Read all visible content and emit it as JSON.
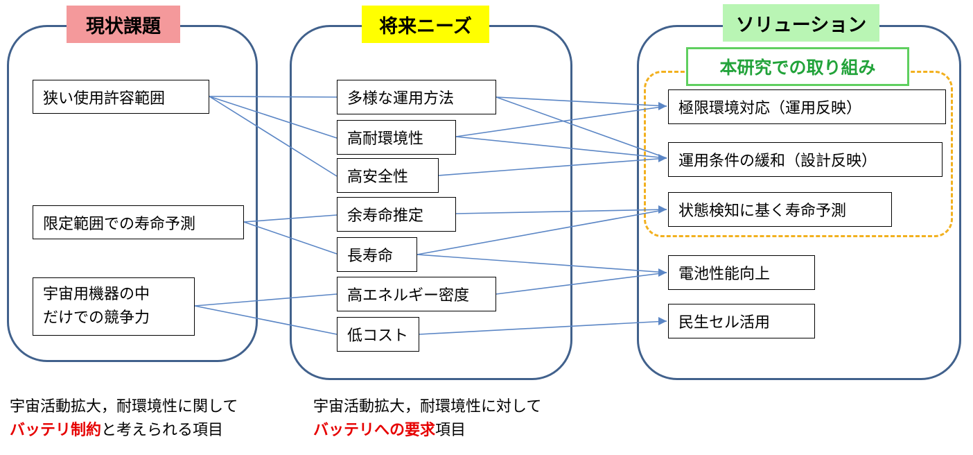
{
  "colors": {
    "panel_border": "#41618c",
    "link_line": "#5b86c5",
    "header_issues_bg": "#f4999b",
    "header_needs_bg": "#ffff00",
    "header_solutions_bg": "#b9f5b4",
    "dashed_border": "#f2b01e",
    "sub_header_text": "#22a33a",
    "emphasis_red": "#e60000"
  },
  "columns": {
    "issues": {
      "title": "現状課題",
      "items": [
        "狭い使用許容範囲",
        "限定範囲での寿命予測",
        "宇宙用機器の中\nだけでの競争力"
      ]
    },
    "needs": {
      "title": "将来ニーズ",
      "items": [
        "多様な運用方法",
        "高耐環境性",
        "高安全性",
        "余寿命推定",
        "長寿命",
        "高エネルギー密度",
        "低コスト"
      ]
    },
    "solutions": {
      "title": "ソリューション",
      "group_title": "本研究での取り組み",
      "items": [
        "極限環境対応（運用反映）",
        "運用条件の緩和（設計反映）",
        "状態検知に基く寿命予測",
        "電池性能向上",
        "民生セル活用"
      ]
    }
  },
  "links": [
    {
      "from": "狭い使用許容範囲",
      "to": "多様な運用方法"
    },
    {
      "from": "狭い使用許容範囲",
      "to": "高耐環境性"
    },
    {
      "from": "狭い使用許容範囲",
      "to": "高安全性"
    },
    {
      "from": "限定範囲での寿命予測",
      "to": "余寿命推定"
    },
    {
      "from": "限定範囲での寿命予測",
      "to": "長寿命"
    },
    {
      "from": "宇宙用機器の中だけでの競争力",
      "to": "高エネルギー密度"
    },
    {
      "from": "宇宙用機器の中だけでの競争力",
      "to": "低コスト"
    },
    {
      "from": "多様な運用方法",
      "to": "極限環境対応（運用反映）"
    },
    {
      "from": "多様な運用方法",
      "to": "運用条件の緩和（設計反映）"
    },
    {
      "from": "高耐環境性",
      "to": "極限環境対応（運用反映）"
    },
    {
      "from": "高耐環境性",
      "to": "運用条件の緩和（設計反映）"
    },
    {
      "from": "高安全性",
      "to": "運用条件の緩和（設計反映）"
    },
    {
      "from": "余寿命推定",
      "to": "状態検知に基く寿命予測"
    },
    {
      "from": "長寿命",
      "to": "状態検知に基く寿命予測"
    },
    {
      "from": "長寿命",
      "to": "電池性能向上"
    },
    {
      "from": "高エネルギー密度",
      "to": "電池性能向上"
    },
    {
      "from": "低コスト",
      "to": "民生セル活用"
    }
  ],
  "notes": {
    "left": {
      "line1": "宇宙活動拡大，耐環境性に関して",
      "emphasis": "バッテリ制約",
      "rest": "と考えられる項目"
    },
    "right": {
      "line1": "宇宙活動拡大，耐環境性に対して",
      "emphasis": "バッテリへの要求",
      "rest": "項目"
    }
  }
}
